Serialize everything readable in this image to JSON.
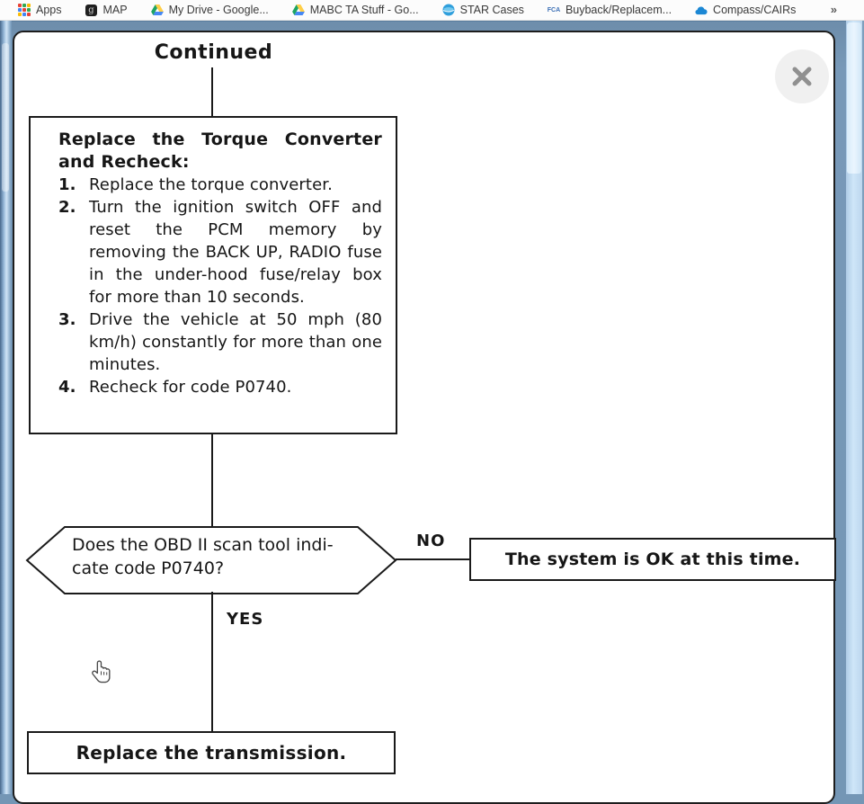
{
  "bookmarks_bar": {
    "items": [
      {
        "label": "Apps",
        "icon": "apps-grid-icon"
      },
      {
        "label": "MAP",
        "icon": "map-favicon-icon"
      },
      {
        "label": "My Drive - Google...",
        "icon": "google-drive-icon"
      },
      {
        "label": "MABC TA Stuff - Go...",
        "icon": "google-drive-icon"
      },
      {
        "label": "STAR Cases",
        "icon": "globe-icon"
      },
      {
        "label": "Buyback/Replacem...",
        "icon": "fca-favicon-icon"
      },
      {
        "label": "Compass/CAIRs",
        "icon": "cloud-icon"
      }
    ],
    "fca_favicon_text": "FCA",
    "map_favicon_text": "g",
    "overflow_chevron": "»"
  },
  "flowchart": {
    "continued_label": "Continued",
    "process_box": {
      "title": "Replace the Torque Converter and Recheck:",
      "steps": [
        {
          "num": "1.",
          "text": "Replace the torque converter."
        },
        {
          "num": "2.",
          "text": "Turn the ignition switch OFF and reset the PCM memory by removing the BACK UP, RADIO fuse in the under-hood fuse/relay box for more than 10 seconds."
        },
        {
          "num": "3.",
          "text": "Drive the vehicle at 50 mph (80 km/h) constantly for more than one minutes."
        },
        {
          "num": "4.",
          "text": "Recheck for code P0740."
        }
      ]
    },
    "decision_lines": [
      "Does the OBD II scan tool indi-",
      "cate code P0740?"
    ],
    "no_label": "NO",
    "yes_label": "YES",
    "ok_box_text": "The system is OK at this time.",
    "replace_box_text": "Replace the transmission."
  },
  "colors": {
    "page_background": "#7496b5",
    "flowchart_line": "#1a1a1a",
    "close_button_bg": "#f0f0f0",
    "close_button_x": "#909090"
  }
}
